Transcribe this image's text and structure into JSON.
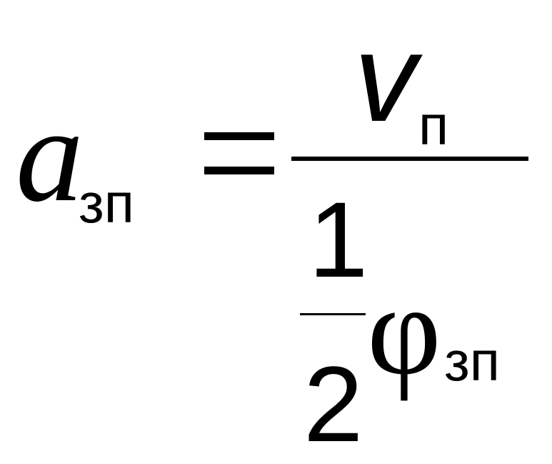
{
  "formula": {
    "lhs": {
      "variable": "a",
      "subscript": "зп"
    },
    "equals": "=",
    "rhs": {
      "numerator": {
        "variable": "v",
        "subscript": "п"
      },
      "denominator": {
        "coefficient": {
          "numerator": "1",
          "denominator": "2"
        },
        "variable": "φ",
        "subscript": "зп"
      }
    }
  }
}
